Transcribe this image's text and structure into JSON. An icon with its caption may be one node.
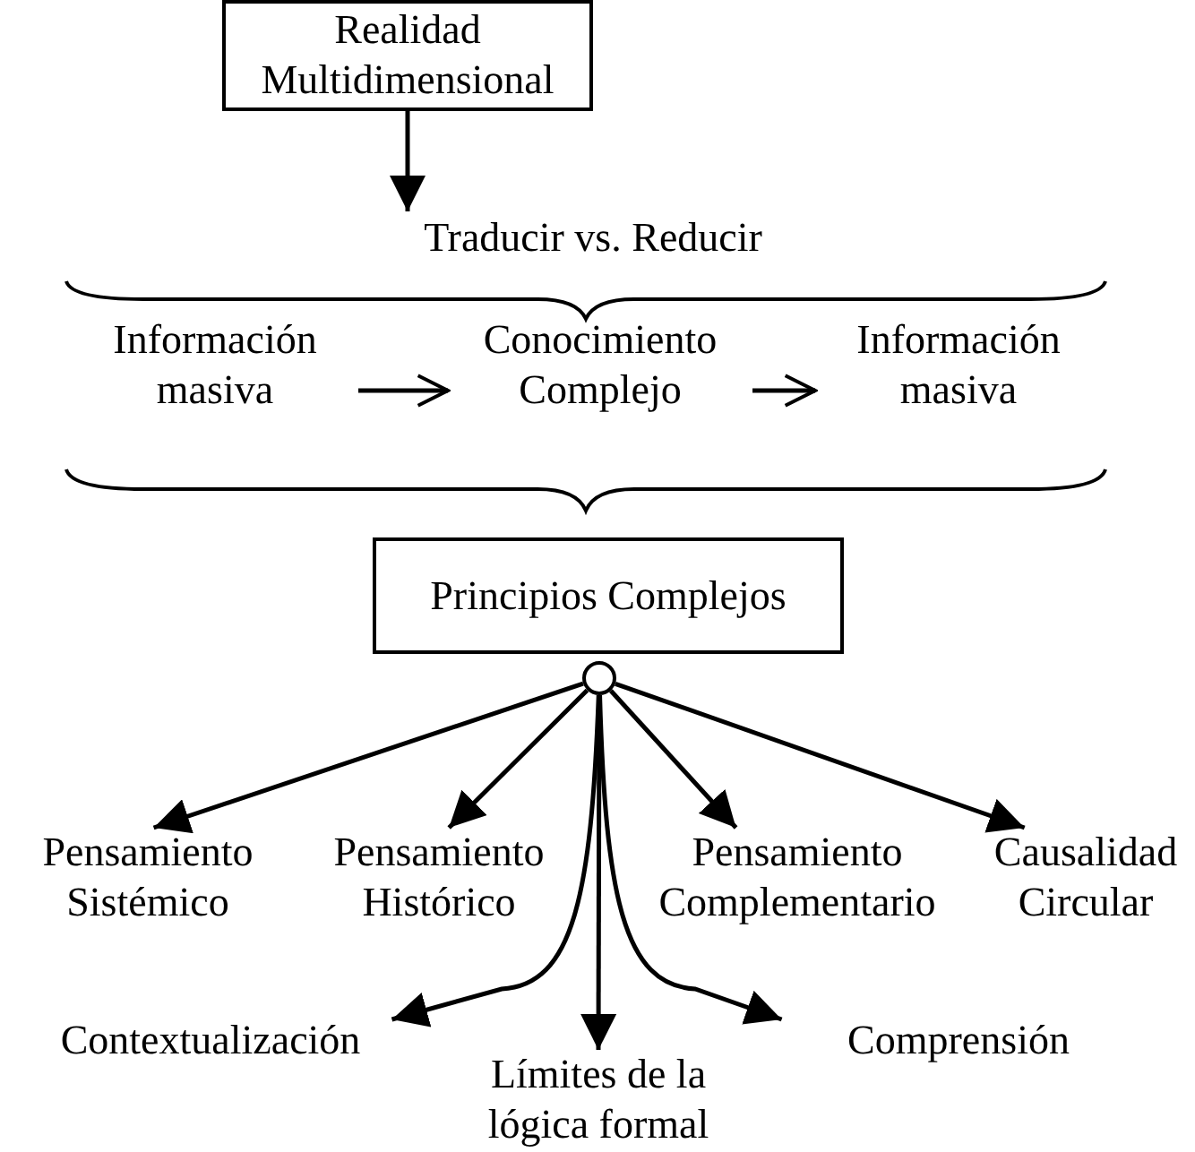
{
  "diagram": {
    "nodes": [
      {
        "text": [
          "Realidad Multidimensional"
        ]
      },
      {
        "text": [
          "Traducir vs. Reducir"
        ]
      },
      {
        "text": [
          "Información masiva"
        ]
      },
      {
        "text": [
          "Conocimiento Complejo"
        ]
      },
      {
        "text": [
          "Información masiva"
        ]
      },
      {
        "text": [
          "Principios Complejos"
        ]
      },
      {
        "text": [],
        "shape": "circle"
      },
      {
        "text": [
          "Pensamiento Sistémico"
        ]
      },
      {
        "text": [
          "Pensamiento Histórico"
        ]
      },
      {
        "text": [
          "Pensamiento Complementario"
        ]
      },
      {
        "text": [
          "Causalidad Circular"
        ]
      },
      {
        "text": [
          "Contextualización"
        ]
      },
      {
        "text": [
          "Límites de la lógica formal"
        ]
      },
      {
        "text": [
          "Comprensión"
        ]
      }
    ],
    "edges": [
      {
        "from": 0,
        "to": 1,
        "arrow": "to"
      },
      {
        "from": 2,
        "to": 3,
        "arrow": "to"
      },
      {
        "from": 3,
        "to": 4,
        "arrow": "to"
      },
      {
        "from": 6,
        "to": 7,
        "arrow": "to"
      },
      {
        "from": 6,
        "to": 8,
        "arrow": "to"
      },
      {
        "from": 6,
        "to": 9,
        "arrow": "to"
      },
      {
        "from": 6,
        "to": 10,
        "arrow": "to"
      },
      {
        "from": 6,
        "to": 11,
        "arrow": "to"
      },
      {
        "from": 6,
        "to": 12,
        "arrow": "to"
      },
      {
        "from": 6,
        "to": 13,
        "arrow": "to"
      }
    ]
  }
}
